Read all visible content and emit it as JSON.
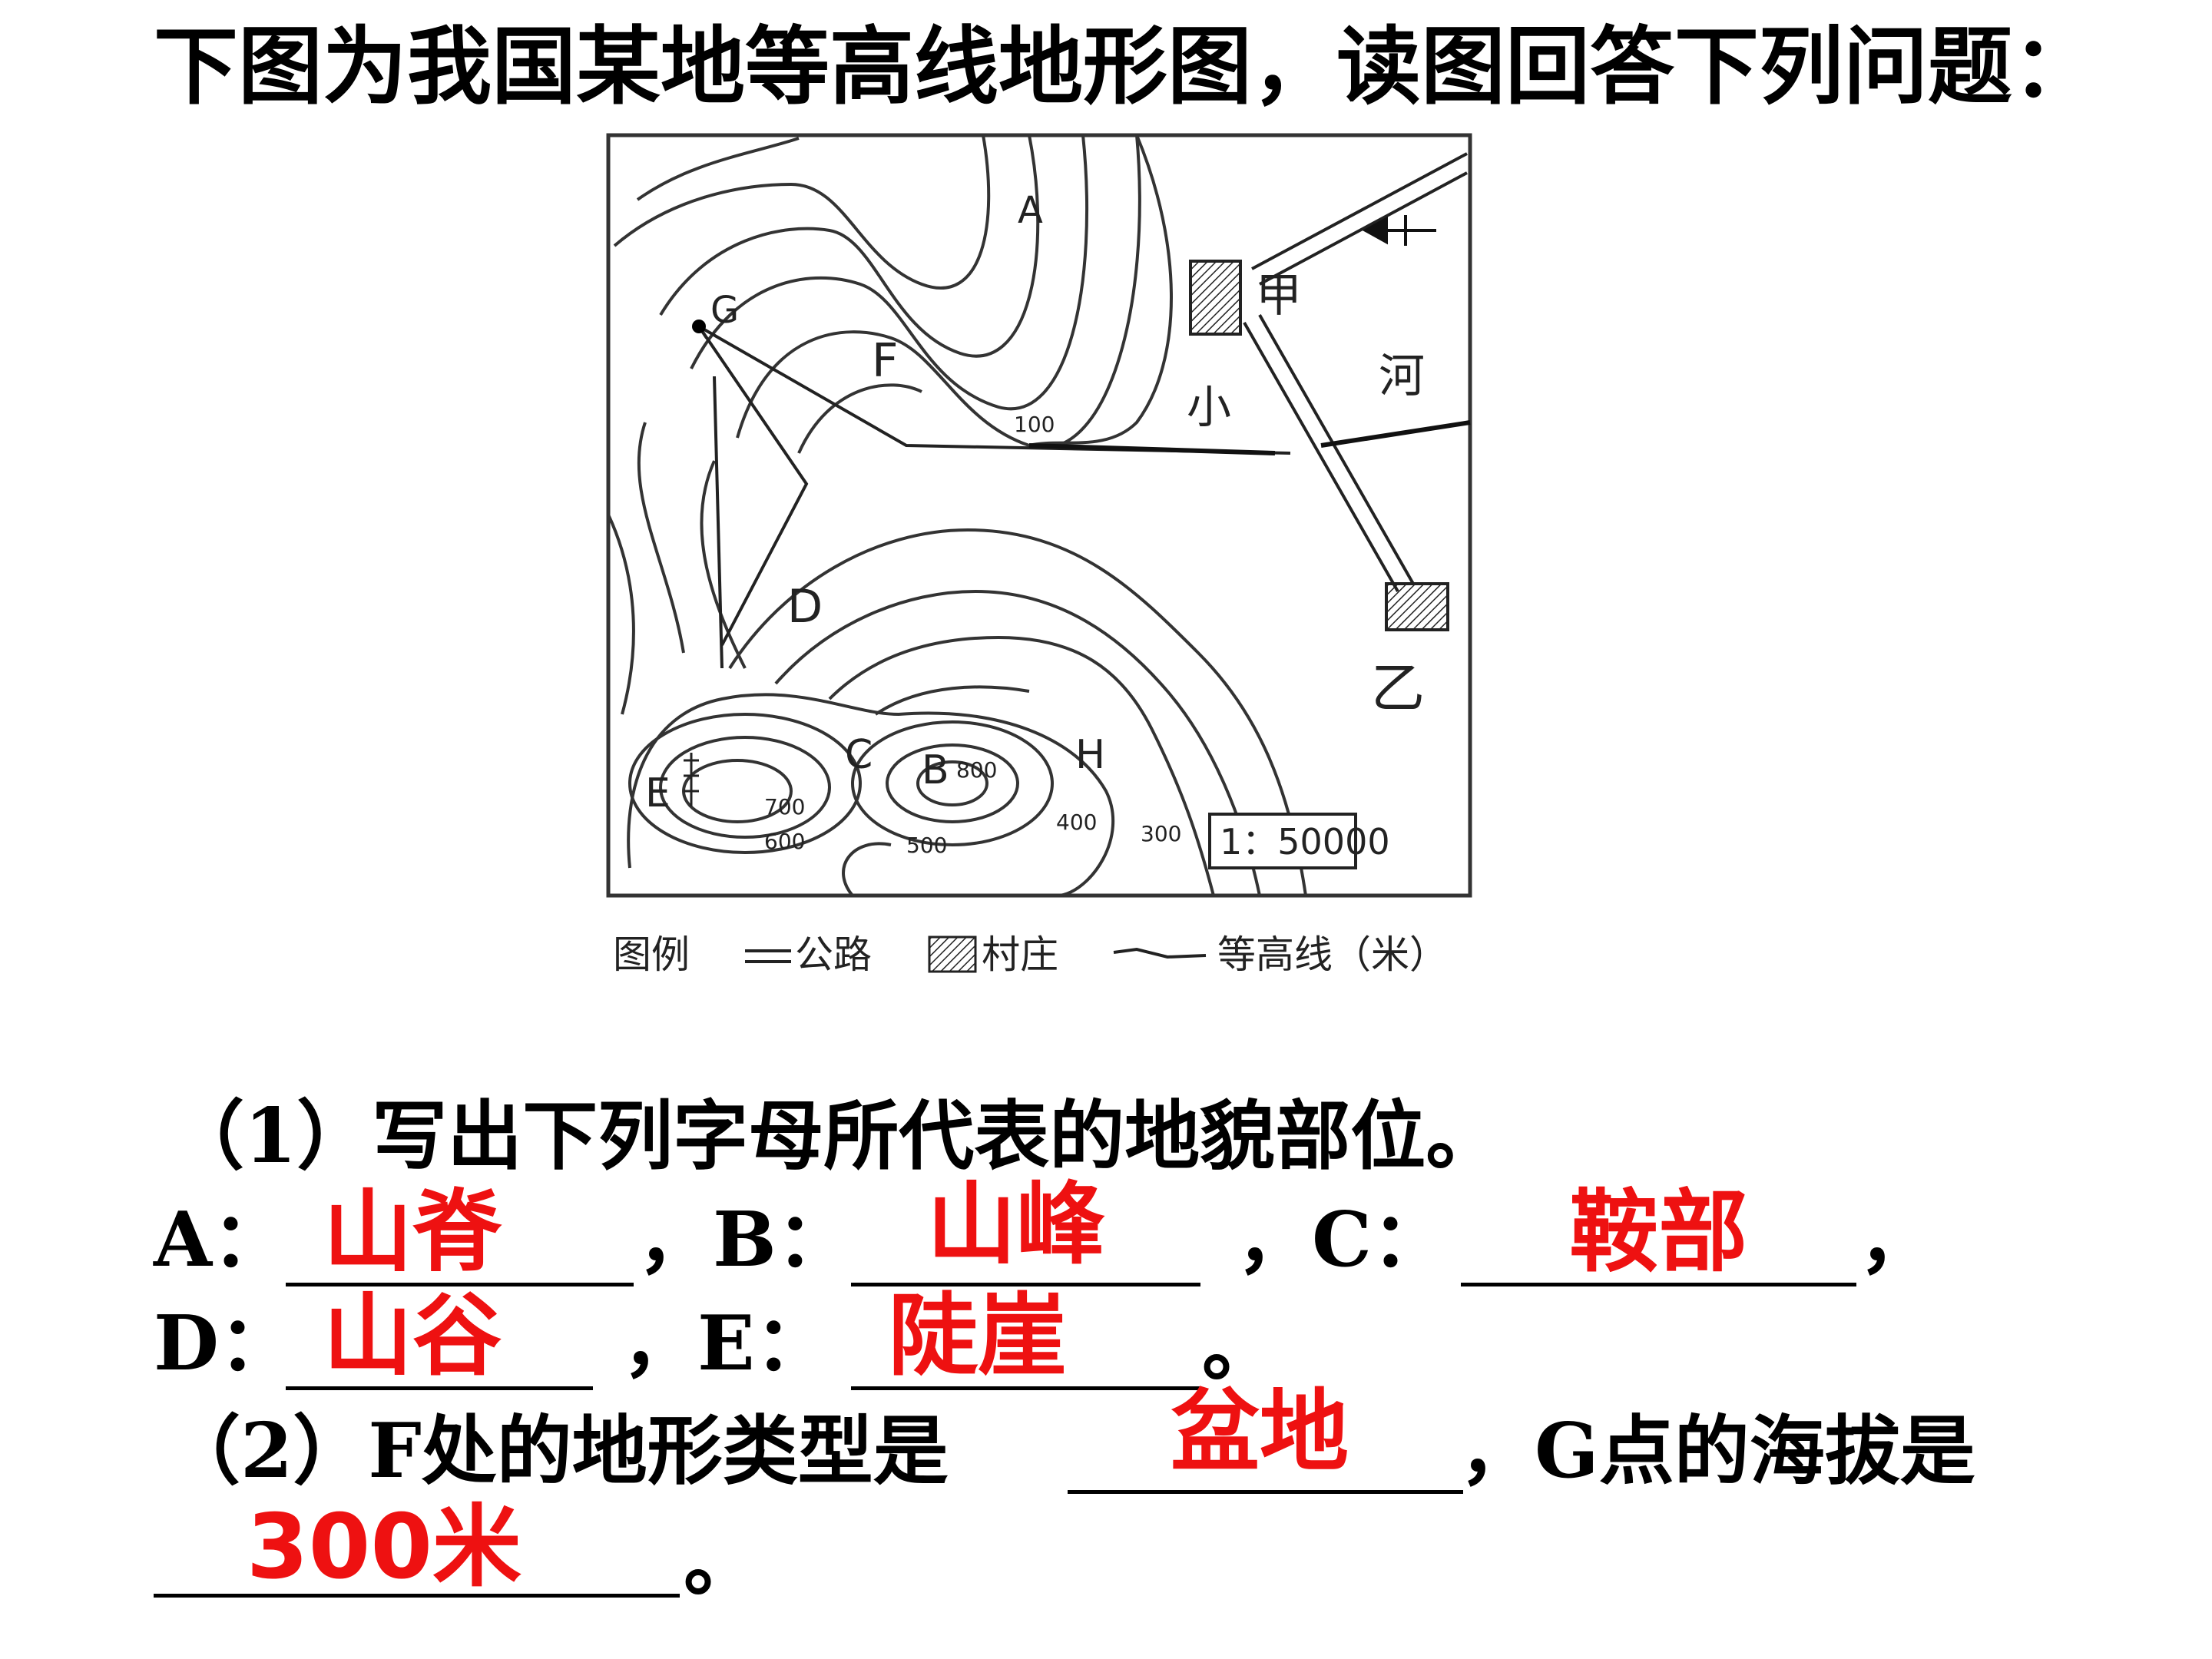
{
  "heading": "下图为我国某地等高线地形图，读图回答下列问题：",
  "map": {
    "labels": {
      "A": "A",
      "B": "B",
      "C": "C",
      "D": "D",
      "E": "E",
      "F": "F",
      "G": "G",
      "H": "H",
      "jia": "甲",
      "yi": "乙",
      "xiao": "小",
      "he": "河"
    },
    "contours": {
      "c100": "100",
      "c300": "300",
      "c400": "400",
      "c500": "500",
      "c600": "600",
      "c700": "700",
      "c800": "800"
    },
    "scale": "1：50000",
    "legend": {
      "title": "图例",
      "road": "公路",
      "village": "村庄",
      "contour": "等高线（米）"
    }
  },
  "q1": {
    "prompt": "（1）写出下列字母所代表的地貌部位。",
    "a_label": "A：",
    "a_answer": "山脊",
    "b_label": "，B：",
    "b_answer": "山峰",
    "c_label": "，C：",
    "c_answer": "鞍部",
    "c_tail": "，",
    "d_label": "D：",
    "d_answer": "山谷",
    "e_label": "，E：",
    "e_answer": "陡崖",
    "e_tail": "。"
  },
  "q2": {
    "prompt_start": "（2）F处的地形类型是",
    "f_answer": "盆地",
    "prompt_mid": "，G点的海拔是",
    "g_answer": "300米",
    "tail": "。"
  }
}
